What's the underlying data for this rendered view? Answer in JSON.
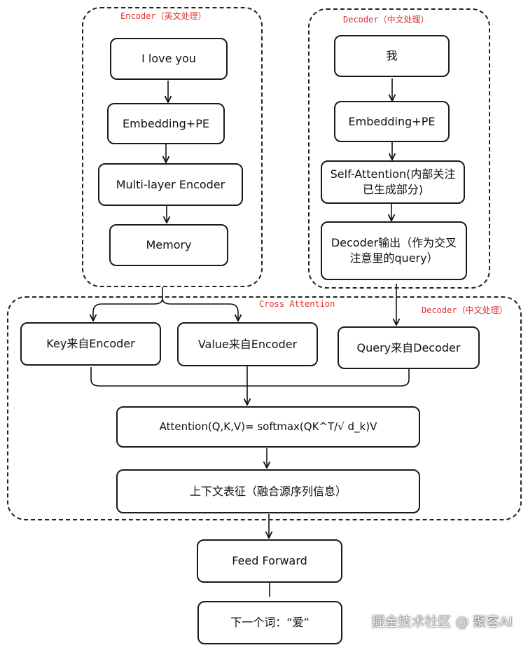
{
  "groups": {
    "encoder_top": "Encoder（英文处理）",
    "decoder_top": "Decoder（中文处理）",
    "cross_attention": "Cross Attention",
    "decoder_bottom": "Decoder（中文处理）"
  },
  "nodes": {
    "enc_input": "I love you",
    "enc_embedding": "Embedding+PE",
    "enc_multilayer": "Multi-layer Encoder",
    "enc_memory": "Memory",
    "dec_input": "我",
    "dec_embedding": "Embedding+PE",
    "dec_self_attention": "Self-Attention(内部关注已生成部分)",
    "dec_output": "Decoder输出（作为交叉注意里的query）",
    "key": "Key来自Encoder",
    "value": "Value来自Encoder",
    "query": "Query来自Decoder",
    "attention_formula": "Attention(Q,K,V)= softmax(QK^T/√ d_k)V",
    "context": "上下文表征（融合源序列信息）",
    "feed_forward": "Feed Forward",
    "next_word": "下一个词：“爱”"
  },
  "watermark": "掘金技术社区 @ 聚客AI"
}
